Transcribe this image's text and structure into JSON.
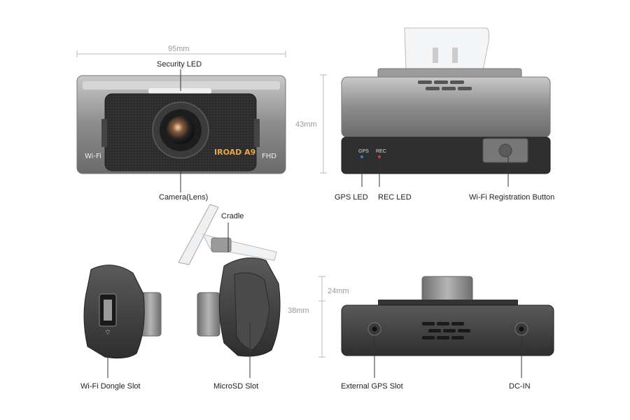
{
  "dimensions": {
    "width": "95mm",
    "height": "43mm",
    "depth_top": "24mm",
    "depth_side": "38mm"
  },
  "labels": {
    "security_led": "Security LED",
    "camera_lens": "Camera(Lens)",
    "gps_led": "GPS LED",
    "rec_led": "REC LED",
    "wifi_registration_button": "Wi-Fi Registration Button",
    "cradle": "Cradle",
    "wifi_dongle_slot": "Wi-Fi Dongle Slot",
    "microsd_slot": "MicroSD Slot",
    "external_gps_slot": "External GPS Slot",
    "dc_in": "DC-IN"
  },
  "device_marks": {
    "brand": "IROAD A9",
    "wifi": "Wi-Fi",
    "fhd": "FHD",
    "led_gps": "GPS",
    "led_rec": "REC"
  },
  "colors": {
    "gps_led": "#3a7bd5",
    "rec_led": "#d23a3a",
    "body_dark": "#3c3c3c",
    "body_silver": "#9a9a9a"
  }
}
